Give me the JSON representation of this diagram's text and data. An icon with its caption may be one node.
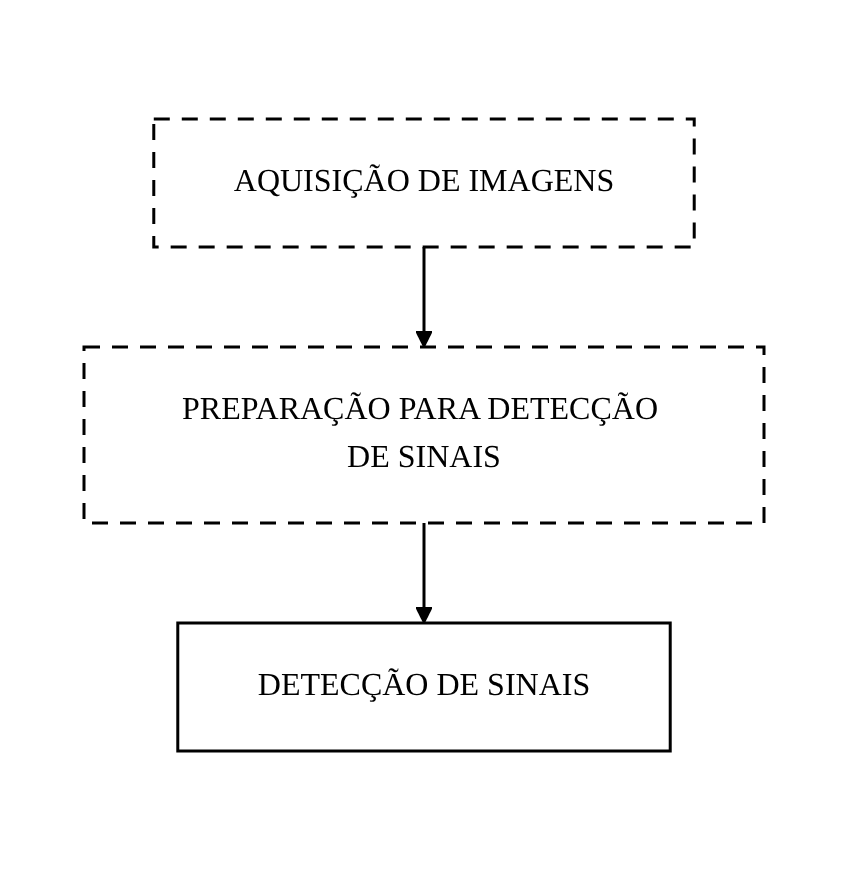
{
  "diagram": {
    "nodes": [
      {
        "text": [
          "AQUISIÇÃO DE IMAGENS"
        ]
      },
      {
        "text": [
          "PREPARAÇÃO PARA DETECÇÃO DE SINAIS"
        ]
      },
      {
        "text": [
          "DETECÇÃO DE SINAIS"
        ]
      }
    ],
    "edges": [
      {
        "from": 0,
        "to": 1,
        "arrow": "to"
      },
      {
        "from": 1,
        "to": 2,
        "arrow": "to"
      }
    ]
  }
}
